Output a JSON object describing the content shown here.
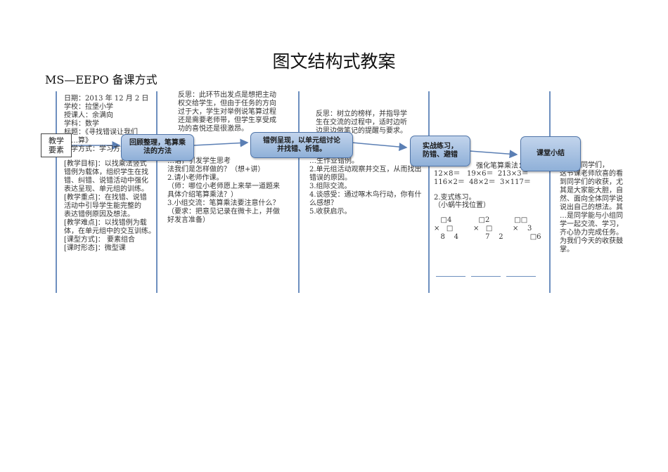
{
  "title": "图文结构式教案",
  "subtitle": "MS—EEPO 备课方式",
  "elements_label": "教学\n要素",
  "col1": {
    "info": "日期：2013 年 12 月 2 日\n学校：拉堡小学\n授课人：余满向\n学科：数学\n标题：《寻找错误让我们\n……算》\n…学方式：学习方式设计",
    "goals": "[教学目标]：以找乘法竖式\n错例为载体，组织学生在找\n错、纠错、说错活动中强化\n表达呈现、单元组的训练。\n[教学重点]：在找错、说错\n活动中引导学生能完整的\n表达错例原因及想法。\n[教学难点]：以找错例为载\n体，在单元组中的交互训练。\n[课型方式]： 要素组合\n[课时形态]：微型课"
  },
  "col2": {
    "reflection": "反思：此环节出发点是想把主动\n权交给学生，但由于任务的方向\n过于大，学生对举例说笔算过程\n还是需要老师带，但学生享受成\n功的喜悦还是很激昂。",
    "steps": "…话，引发学生思考\n法我们是怎样做的？（想+讲）\n2.请小老师作课。\n（师：哪位小老师愿上来举一道题来\n具体介绍笔算乘法？）\n3.小组交流：笔算乘法要注意什么？\n（要求：把意见记录在微卡上，并做\n好发言准备）"
  },
  "col3": {
    "reflection": "反思：树立的榜样，并指导学\n生在交流的过程中，适时边听\n边思边做笔记的提醒与要求。",
    "steps": "…生作业错例。\n2.单元组活动观察并交互，从而找出\n错误的原因。\n3.组际交流。\n4.谈感受：通过啄木鸟行动，你有什\n么感想？\n5.收获启示。"
  },
  "col4": {
    "heading": "强化笔算乘法：",
    "line1": "12×8＝   19×6＝  213×3＝",
    "line2": "116×2＝  48×2＝  3×117＝",
    "variant": "2.变式练习。",
    "variant_hint": "（小蜗牛找位置）",
    "puzzle": "   □4            □2           □□\n×   □         ×   □         ×    3\n   8    4            7    2            □6"
  },
  "col5": {
    "summary": "小结：同学们，\n这节课老师欣喜的看\n到同学们的收获，尤\n其是大家能大胆，自\n然、面向全体同学说\n说出自己的想法。其\n…是同学能与小组同\n学一起交流、学习，\n齐心协力完成任务。\n为我们今天的收获鼓\n掌。"
  },
  "process_boxes": [
    "回顾整理，笔算乘\n法的方法",
    "错例呈现，以单元组讨论\n并找错、析错。",
    "实战练习，\n防错、避错",
    "课堂小结"
  ]
}
